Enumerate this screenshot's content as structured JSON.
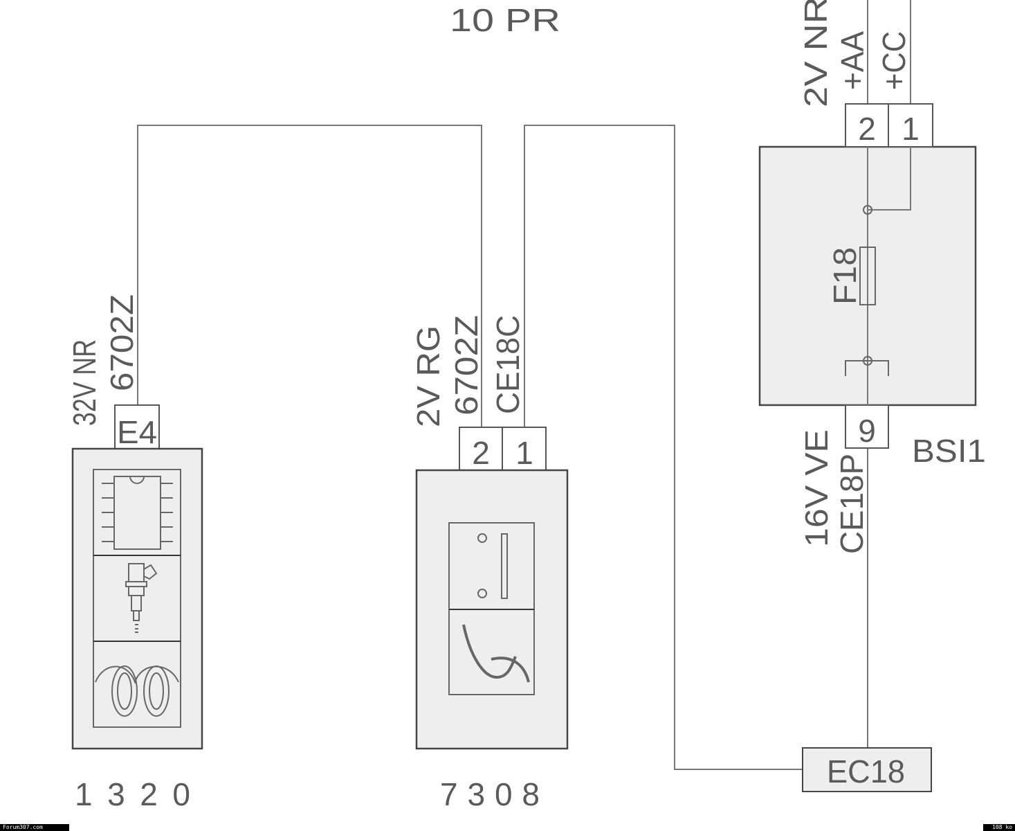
{
  "title": "10 PR",
  "components": {
    "c1320": {
      "id": "1320",
      "connector": "E4",
      "wire_labels": [
        "32V NR",
        "6702Z"
      ]
    },
    "c7308": {
      "id": "7308",
      "pins": [
        "2",
        "1"
      ],
      "wire_labels": [
        "2V RG",
        "6702Z",
        "CE18C"
      ]
    },
    "bsi": {
      "id": "BSI1",
      "top_pins": [
        "2",
        "1"
      ],
      "bottom_pin": "9",
      "fuse": "F18",
      "top_labels": [
        "2V NR",
        "+AA",
        "+CC"
      ],
      "bottom_labels": [
        "16V VE",
        "CE18P"
      ]
    },
    "ec18": {
      "id": "EC18"
    }
  },
  "footer": {
    "left": "Forum307.com",
    "right": "108 ko"
  }
}
